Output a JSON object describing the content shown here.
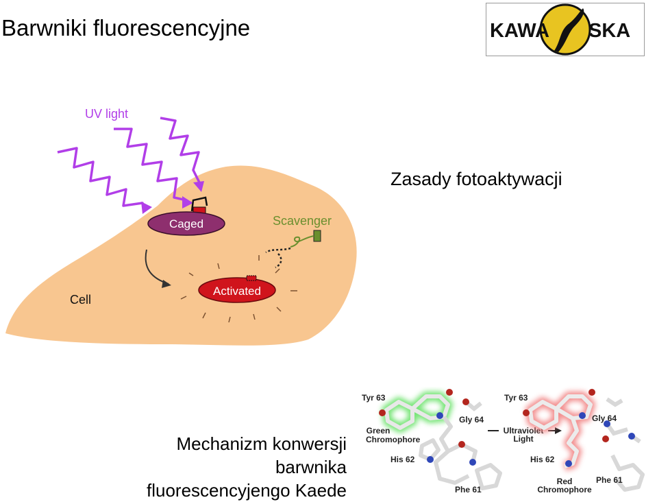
{
  "title": "Barwniki fluorescencyjne",
  "logo": {
    "left_text": "KAWA",
    "right_text": "SKA"
  },
  "captions": {
    "photoactivation": "Zasady fotoaktywacji",
    "mechanism_line1": "Mechanizm konwersji barwnika",
    "mechanism_line2": "fluorescencyjengo Kaede"
  },
  "cell_diagram": {
    "uv_label": "UV light",
    "caged_label": "Caged",
    "activated_label": "Activated",
    "scavenger_label": "Scavenger",
    "cell_label": "Cell"
  },
  "kaede_diagram": {
    "tyr_left": "Tyr 63",
    "gly_left": "Gly 64",
    "green_line1": "Green",
    "green_line2": "Chromophore",
    "his_left": "His 62",
    "phe_left": "Phe 61",
    "uv_line1": "Ultraviolet",
    "uv_line2": "Light",
    "tyr_right": "Tyr 63",
    "gly_right": "Gly 64",
    "his_right": "His 62",
    "phe_right": "Phe 61",
    "red_line1": "Red",
    "red_line2": "Chromophore"
  },
  "colors": {
    "cell": "#f8c690",
    "uv": "#b13ee8",
    "caged": "#8e2f6e",
    "activated": "#d0141c",
    "scavenger": "#6a8f2e",
    "logo_yellow": "#e8c421"
  }
}
